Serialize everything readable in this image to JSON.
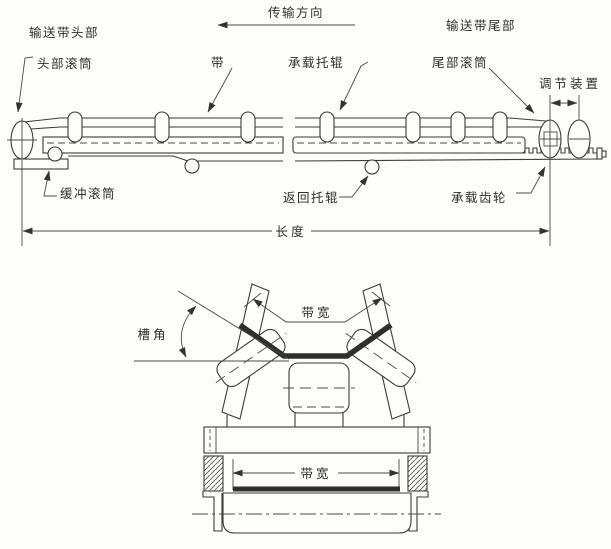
{
  "labels": {
    "direction": "传输方向",
    "head_section": "输送带头部",
    "tail_section": "输送带尾部",
    "head_pulley": "头部滚筒",
    "belt": "带",
    "carrying_idler": "承载托辊",
    "tail_pulley": "尾部滚筒",
    "adjusting_device": "调节装置",
    "buffer_pulley": "缓冲滚筒",
    "return_idler": "返回托辊",
    "carrying_gear": "承载齿轮",
    "length": "长度",
    "trough_angle": "槽角",
    "belt_width_top": "带宽",
    "belt_width_bottom": "带宽"
  },
  "colors": {
    "line": "#3b3b3b",
    "belt": "#2e2e2e",
    "background": "#fdfdfa"
  }
}
